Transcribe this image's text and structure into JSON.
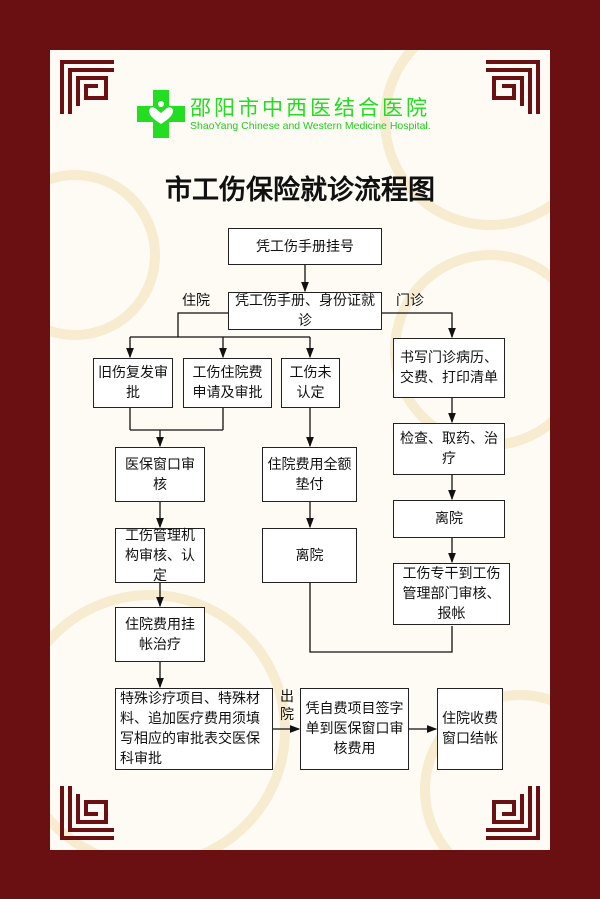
{
  "hospital": {
    "name_cn": "邵阳市中西医结合医院",
    "name_en": "ShaoYang Chinese and Western Medicine Hospital."
  },
  "title": "市工伤保险就诊流程图",
  "labels": {
    "inpatient": "住院",
    "outpatient": "门诊",
    "discharge": "出院"
  },
  "steps": {
    "register": "凭工伤手册挂号",
    "visit": "凭工伤手册、身份证就诊",
    "old_injury": "旧伤复发审批",
    "hosp_apply": "工伤住院费申请及审批",
    "not_certified": "工伤未认定",
    "outpatient_record": "书写门诊病历、交费、打印清单",
    "insurance_window": "医保窗口审核",
    "full_advance": "住院费用全额垫付",
    "check_treat": "检查、取药、治疗",
    "admin_review": "工伤管理机构审核、认定",
    "leave_mid": "离院",
    "leave_right": "离院",
    "reimburse": "工伤专干到工伤管理部门审核、报帐",
    "credit_treat": "住院费用挂帐治疗",
    "special": "特殊诊疗项目、特殊材料、追加医疗费用须填写相应的审批表交医保科审批",
    "self_pay": "凭自费项目签字单到医保窗口审核费用",
    "settle": "住院收费窗口结帐"
  }
}
